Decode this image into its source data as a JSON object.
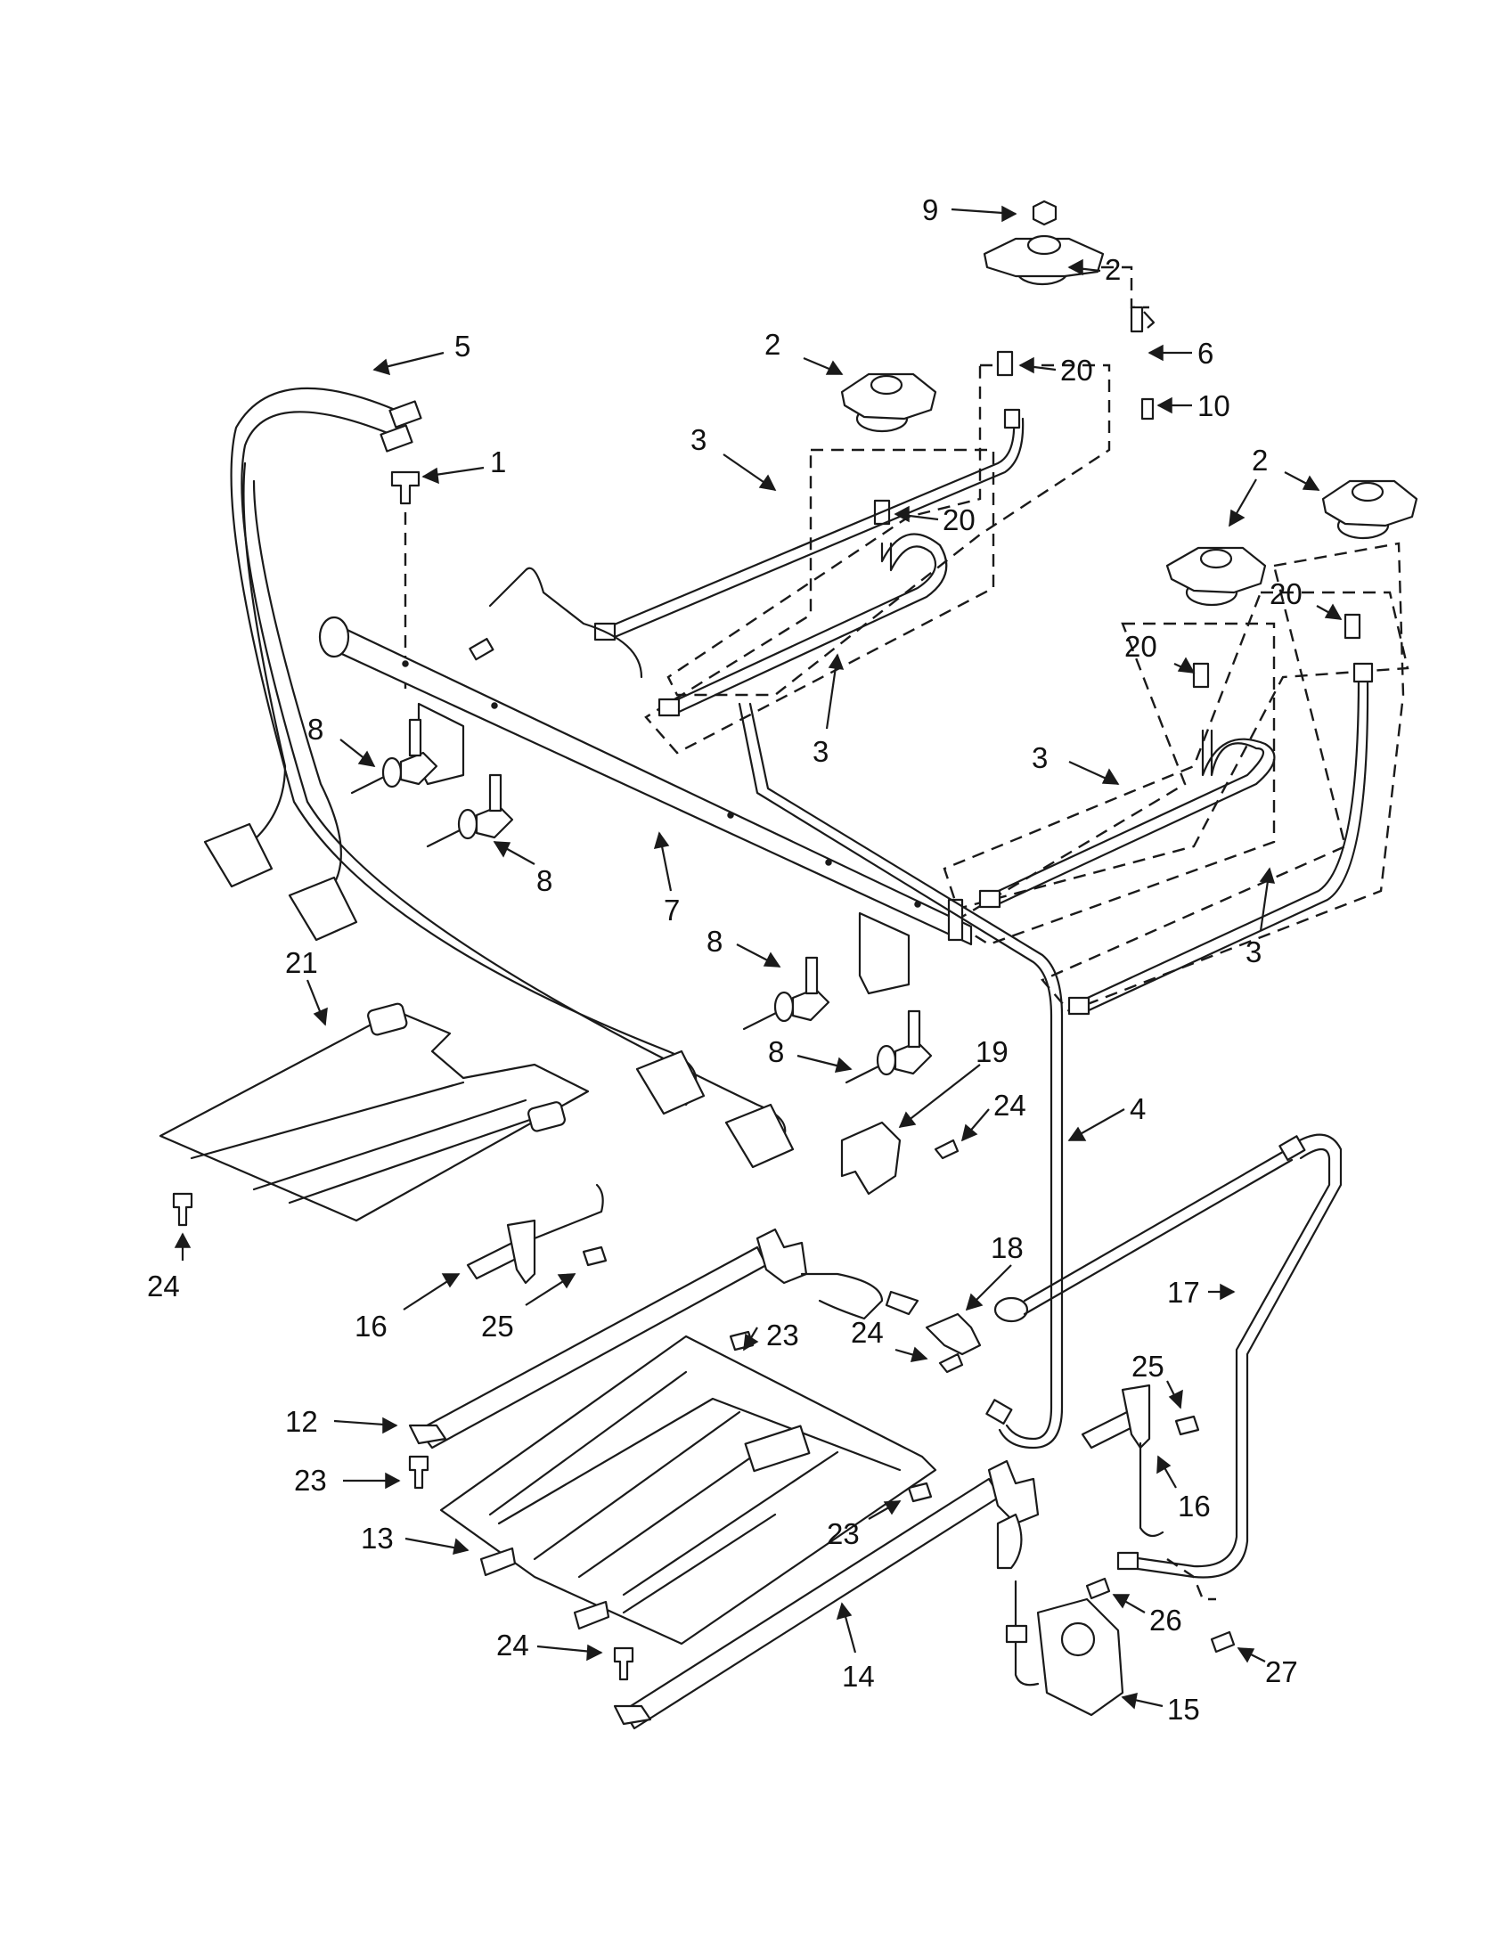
{
  "callouts": [
    {
      "id": "c9",
      "text": "9"
    },
    {
      "id": "c2a",
      "text": "2"
    },
    {
      "id": "c6",
      "text": "6"
    },
    {
      "id": "c10",
      "text": "10"
    },
    {
      "id": "c2b",
      "text": "2"
    },
    {
      "id": "c20a",
      "text": "20"
    },
    {
      "id": "c5",
      "text": "5"
    },
    {
      "id": "c1",
      "text": "1"
    },
    {
      "id": "c3a",
      "text": "3"
    },
    {
      "id": "c20b",
      "text": "20"
    },
    {
      "id": "c2c",
      "text": "2"
    },
    {
      "id": "c20c",
      "text": "20"
    },
    {
      "id": "c20d",
      "text": "20"
    },
    {
      "id": "c3b",
      "text": "3"
    },
    {
      "id": "c8a",
      "text": "8"
    },
    {
      "id": "c3c",
      "text": "3"
    },
    {
      "id": "c8b",
      "text": "8"
    },
    {
      "id": "c7",
      "text": "7"
    },
    {
      "id": "c3d",
      "text": "3"
    },
    {
      "id": "c21",
      "text": "21"
    },
    {
      "id": "c8c",
      "text": "8"
    },
    {
      "id": "c8d",
      "text": "8"
    },
    {
      "id": "c19",
      "text": "19"
    },
    {
      "id": "c24a",
      "text": "24"
    },
    {
      "id": "c4",
      "text": "4"
    },
    {
      "id": "c24b",
      "text": "24"
    },
    {
      "id": "c18",
      "text": "18"
    },
    {
      "id": "c17",
      "text": "17"
    },
    {
      "id": "c16a",
      "text": "16"
    },
    {
      "id": "c25a",
      "text": "25"
    },
    {
      "id": "c23a",
      "text": "23"
    },
    {
      "id": "c24c",
      "text": "24"
    },
    {
      "id": "c25b",
      "text": "25"
    },
    {
      "id": "c12",
      "text": "12"
    },
    {
      "id": "c23b",
      "text": "23"
    },
    {
      "id": "c16b",
      "text": "16"
    },
    {
      "id": "c13",
      "text": "13"
    },
    {
      "id": "c23c",
      "text": "23"
    },
    {
      "id": "c26",
      "text": "26"
    },
    {
      "id": "c24d",
      "text": "24"
    },
    {
      "id": "c14",
      "text": "14"
    },
    {
      "id": "c27",
      "text": "27"
    },
    {
      "id": "c15",
      "text": "15"
    }
  ]
}
